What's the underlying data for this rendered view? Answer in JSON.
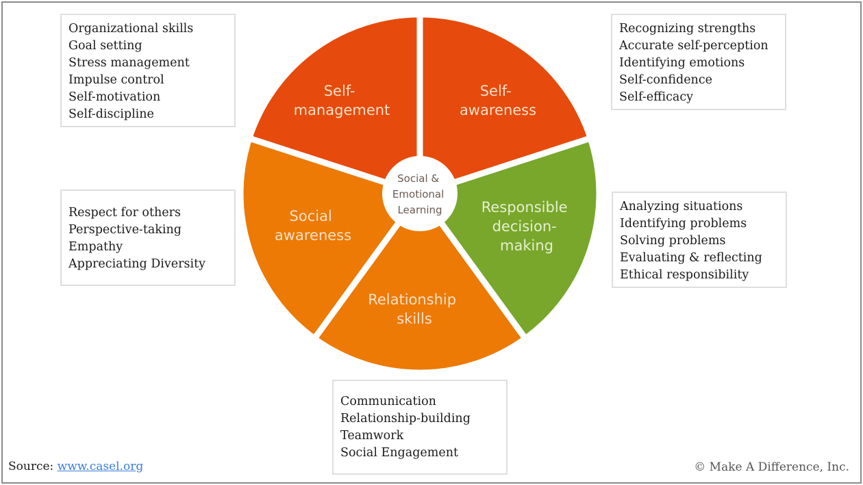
{
  "diagram": {
    "title": "Social & Emotional Learning",
    "center_lines": [
      "Social &",
      "Emotional",
      "Learning"
    ],
    "segments": [
      {
        "id": "self-awareness",
        "label_lines": [
          "Self-",
          "awareness"
        ],
        "color": "#e64a0c",
        "text_color": "#fbe0c8"
      },
      {
        "id": "responsible-decision-making",
        "label_lines": [
          "Responsible",
          "decision-",
          "making"
        ],
        "color": "#78a72b",
        "text_color": "#e6efcf"
      },
      {
        "id": "relationship-skills",
        "label_lines": [
          "Relationship",
          "skills"
        ],
        "color": "#ec7a05",
        "text_color": "#fbe0c8"
      },
      {
        "id": "social-awareness",
        "label_lines": [
          "Social",
          "awareness"
        ],
        "color": "#ec7a05",
        "text_color": "#fbe0c8"
      },
      {
        "id": "self-management",
        "label_lines": [
          "Self-",
          "management"
        ],
        "color": "#e64a0c",
        "text_color": "#fbe0c8"
      }
    ],
    "boxes": {
      "self_management": [
        "Organizational skills",
        "Goal setting",
        "Stress management",
        "Impulse control",
        "Self-motivation",
        "Self-discipline"
      ],
      "self_awareness": [
        "Recognizing strengths",
        "Accurate self-perception",
        "Identifying emotions",
        "Self-confidence",
        "Self-efficacy"
      ],
      "social_awareness": [
        "Respect for others",
        "Perspective-taking",
        "Empathy",
        "Appreciating Diversity"
      ],
      "responsible_decision_making": [
        "Analyzing situations",
        "Identifying problems",
        "Solving problems",
        "Evaluating & reflecting",
        "Ethical responsibility"
      ],
      "relationship_skills": [
        "Communication",
        "Relationship-building",
        "Teamwork",
        "Social Engagement"
      ]
    }
  },
  "footer": {
    "source_label": "Source:",
    "source_link": "www.casel.org",
    "copyright": "© Make A Difference, Inc."
  },
  "colors": {
    "red_orange": "#e64a0c",
    "orange": "#ec7a05",
    "green": "#78a72b",
    "center_text": "#6b5a50",
    "link": "#3b7ddd"
  }
}
